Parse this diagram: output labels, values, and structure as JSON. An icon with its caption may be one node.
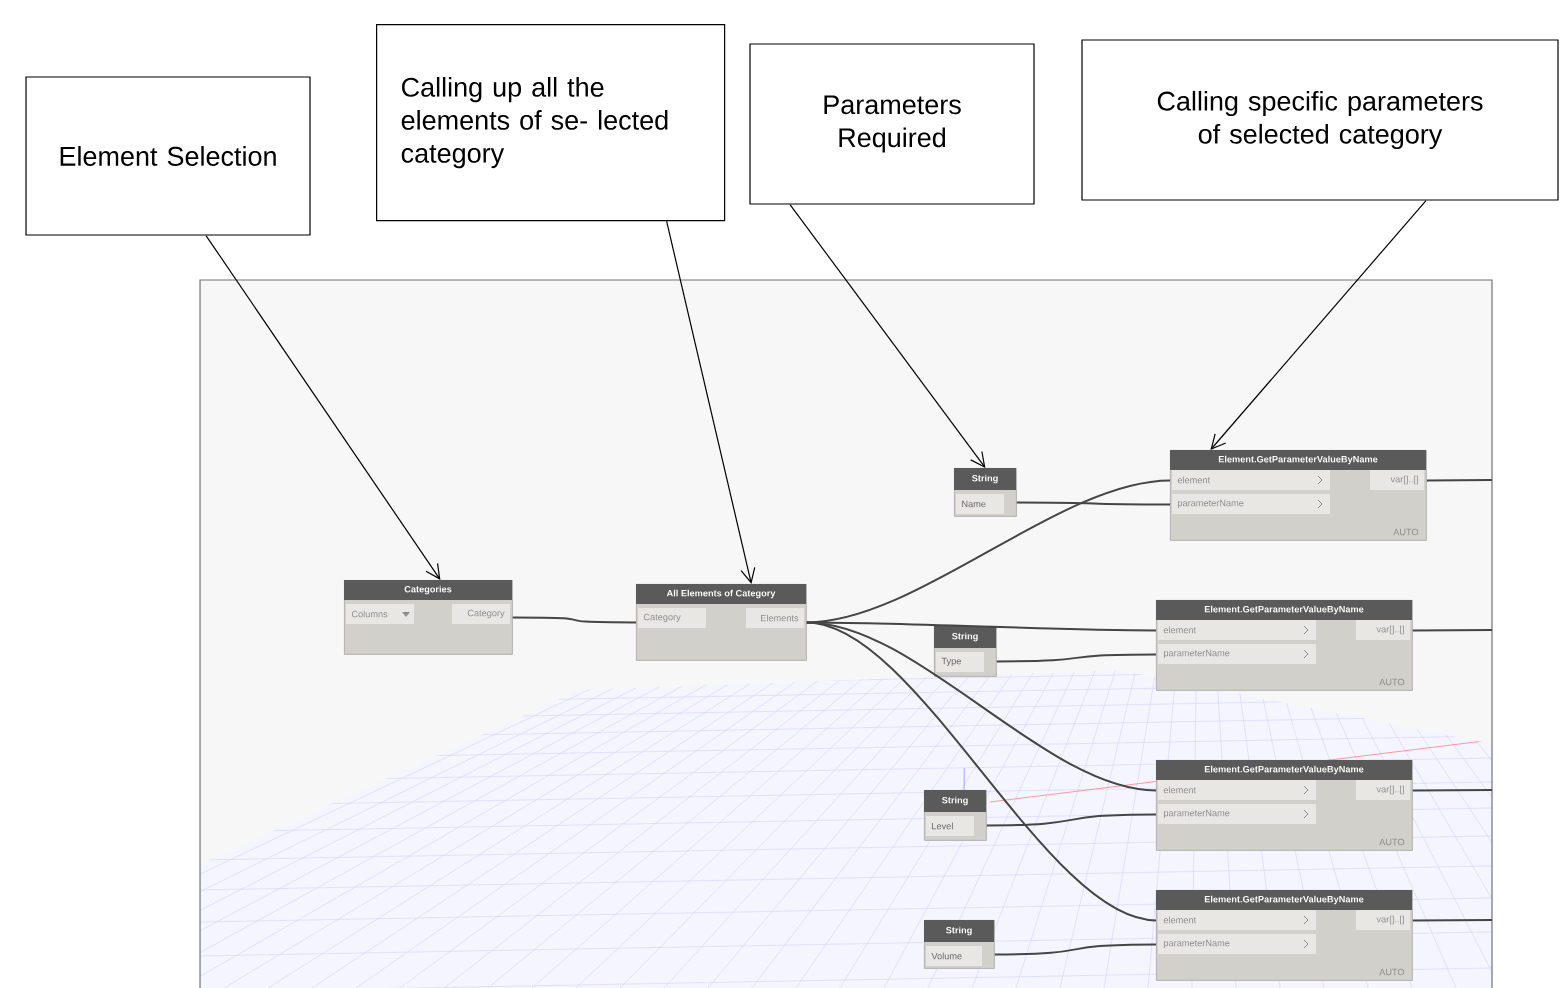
{
  "diagram": {
    "nodes": [
      {
        "text": [
          "Element Selection"
        ]
      },
      {
        "text": [
          "Calling up all the elements of se- lected category"
        ]
      },
      {
        "text": [
          "Parameters Required"
        ]
      },
      {
        "text": [
          "Calling specific parameters of selected category"
        ]
      },
      {
        "text": [
          "Categories",
          "Columns",
          "Category"
        ]
      },
      {
        "text": [
          "All Elements of Category",
          "Category",
          "Elements"
        ]
      },
      {
        "text": [
          "String",
          "Name"
        ]
      },
      {
        "text": [
          "Element.GetParameterValueByName",
          "element",
          "parameterName",
          "var[]..[]",
          "AUTO"
        ]
      },
      {
        "text": [
          "String",
          "Type"
        ]
      },
      {
        "text": [
          "Element.GetParameterValueByName",
          "element",
          "parameterName",
          "var[]..[]",
          "AUTO"
        ]
      },
      {
        "text": [
          "String",
          "Level"
        ]
      },
      {
        "text": [
          "Element.GetParameterValueByName",
          "element",
          "parameterName",
          "var[]..[]",
          "AUTO"
        ]
      },
      {
        "text": [
          "String",
          "Volume"
        ]
      },
      {
        "text": [
          "Element.GetParameterValueByName",
          "element",
          "parameterName",
          "var[]..[]",
          "AUTO"
        ]
      }
    ],
    "edges": [
      {
        "from": 0,
        "to": 4,
        "arrow": "to"
      },
      {
        "from": 1,
        "to": 5,
        "arrow": "to"
      },
      {
        "from": 2,
        "to": 6,
        "arrow": "to"
      },
      {
        "from": 3,
        "to": 7,
        "arrow": "to"
      },
      {
        "from": 4,
        "to": 5,
        "arrow": "none"
      },
      {
        "from": 5,
        "to": 7,
        "arrow": "none"
      },
      {
        "from": 5,
        "to": 9,
        "arrow": "none"
      },
      {
        "from": 5,
        "to": 11,
        "arrow": "none"
      },
      {
        "from": 5,
        "to": 13,
        "arrow": "none"
      },
      {
        "from": 6,
        "to": 7,
        "arrow": "none"
      },
      {
        "from": 8,
        "to": 9,
        "arrow": "none"
      },
      {
        "from": 10,
        "to": 11,
        "arrow": "none"
      },
      {
        "from": 12,
        "to": 13,
        "arrow": "none"
      },
      {
        "from": 7,
        "to": null,
        "arrow": "none"
      },
      {
        "from": 9,
        "to": null,
        "arrow": "none"
      },
      {
        "from": 11,
        "to": null,
        "arrow": "none"
      },
      {
        "from": 13,
        "to": null,
        "arrow": "none"
      }
    ]
  }
}
